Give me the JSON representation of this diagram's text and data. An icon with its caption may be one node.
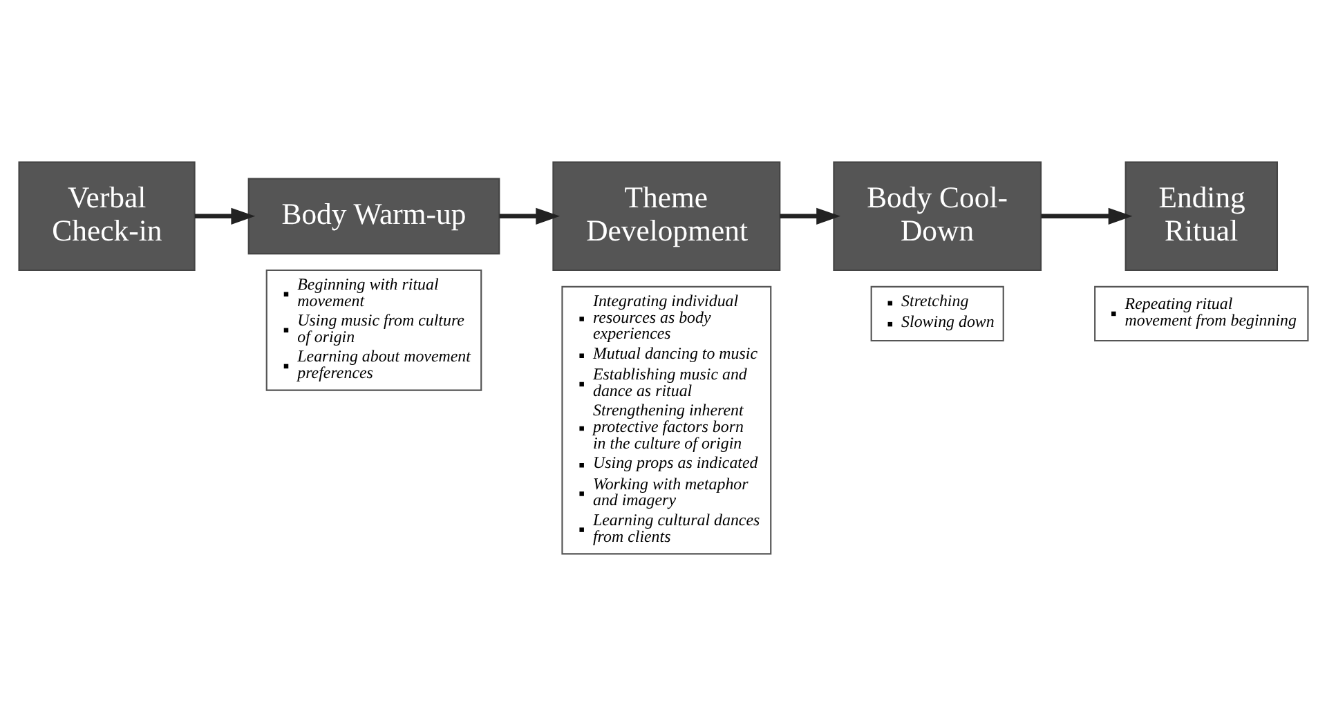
{
  "diagram": {
    "nodes": [
      {
        "text": [
          "Verbal Check-in"
        ]
      },
      {
        "text": [
          "Body Warm-up"
        ]
      },
      {
        "text": [
          "Beginning with ritual movement",
          "Using music from culture of origin",
          "Learning about movement preferences"
        ]
      },
      {
        "text": [
          "Theme Development"
        ]
      },
      {
        "text": [
          "Integrating individual resources as body experiences",
          "Mutual dancing to music",
          "Establishing music and dance as ritual",
          "Strengthening inherent protective factors born in the culture of origin",
          "Using props as indicated",
          "Working with metaphor and imagery",
          "Learning cultural dances from clients"
        ]
      },
      {
        "text": [
          "Body Cool-Down"
        ]
      },
      {
        "text": [
          "Stretching",
          "Slowing down"
        ]
      },
      {
        "text": [
          "Ending Ritual"
        ]
      },
      {
        "text": [
          "Repeating ritual movement from beginning"
        ]
      }
    ],
    "edges": [
      {
        "from": 0,
        "to": 1,
        "arrow": "to"
      },
      {
        "from": 1,
        "to": 3,
        "arrow": "to"
      },
      {
        "from": 3,
        "to": 5,
        "arrow": "to"
      },
      {
        "from": 5,
        "to": 7,
        "arrow": "to"
      }
    ]
  }
}
